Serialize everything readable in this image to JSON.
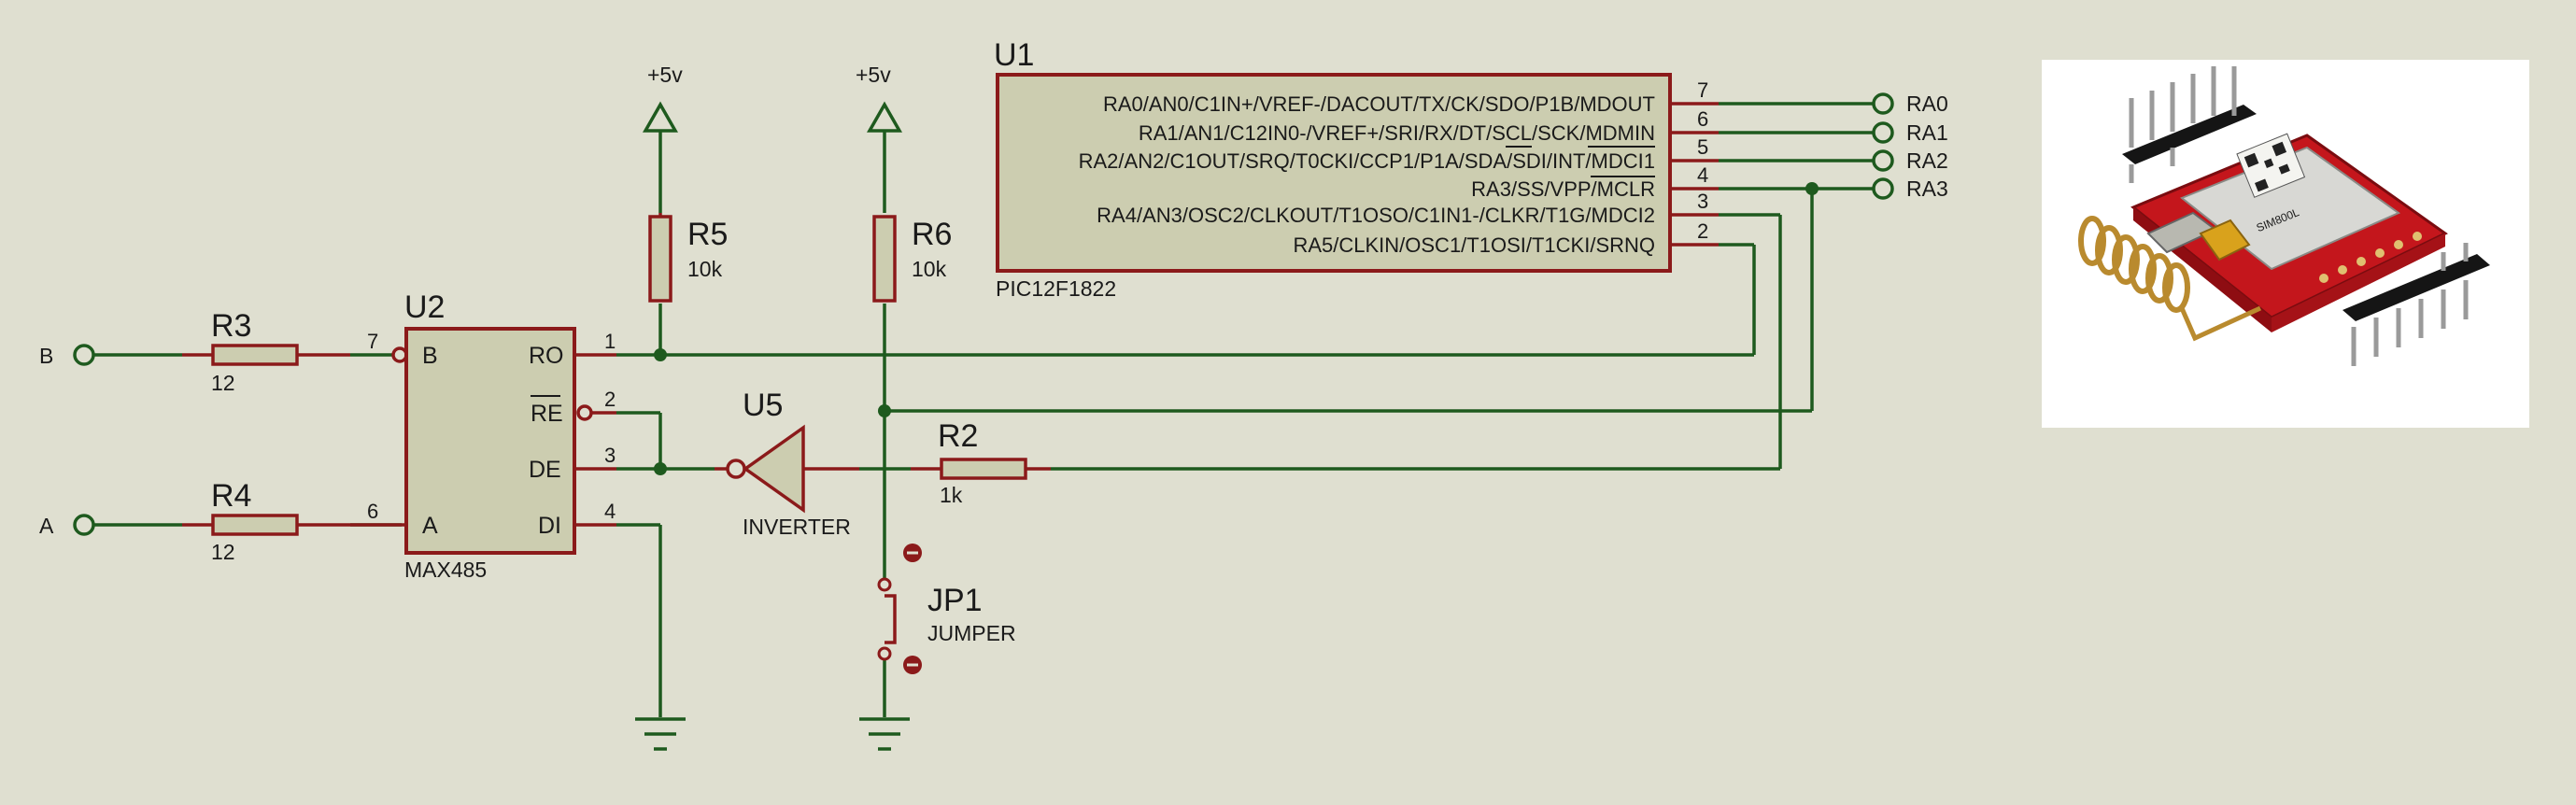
{
  "supply": {
    "left": "+5v",
    "right": "+5v"
  },
  "inputs": {
    "b": "B",
    "a": "A"
  },
  "resistors": {
    "r3": {
      "ref": "R3",
      "value": "12"
    },
    "r4": {
      "ref": "R4",
      "value": "12"
    },
    "r5": {
      "ref": "R5",
      "value": "10k"
    },
    "r6": {
      "ref": "R6",
      "value": "10k"
    },
    "r2": {
      "ref": "R2",
      "value": "1k"
    }
  },
  "u2": {
    "ref": "U2",
    "part": "MAX485",
    "pins": {
      "b": "B",
      "a": "A",
      "ro": "RO",
      "re": "RE",
      "de": "DE",
      "di": "DI"
    },
    "pin_numbers": {
      "b": "7",
      "a": "6",
      "ro": "1",
      "re": "2",
      "de": "3",
      "di": "4"
    }
  },
  "u5": {
    "ref": "U5",
    "part": "INVERTER"
  },
  "jp1": {
    "ref": "JP1",
    "part": "JUMPER"
  },
  "u1": {
    "ref": "U1",
    "part": "PIC12F1822",
    "pins": [
      {
        "name": "RA0/AN0/C1IN+/VREF-/DACOUT/TX/CK/SDO/P1B/MDOUT",
        "num": "7"
      },
      {
        "name": "RA1/AN1/C12IN0-/VREF+/SRI/RX/DT/SCL/SCK/MDMIN",
        "num": "6"
      },
      {
        "name": "RA2/AN2/C1OUT/SRQ/T0CKI/CCP1/P1A/SDA/SDI/INT/MDCI1",
        "num": "5"
      },
      {
        "name": "RA3/SS/VPP/MCLR",
        "num": "4"
      },
      {
        "name": "RA4/AN3/OSC2/CLKOUT/T1OSO/C1IN1-/CLKR/T1G/MDCI2",
        "num": "3"
      },
      {
        "name": "RA5/CLKIN/OSC1/T1OSI/T1CKI/SRNQ",
        "num": "2"
      }
    ]
  },
  "ports": [
    "RA0",
    "RA1",
    "RA2",
    "RA3"
  ],
  "module_photo": {
    "board_text": "SIM800L"
  }
}
